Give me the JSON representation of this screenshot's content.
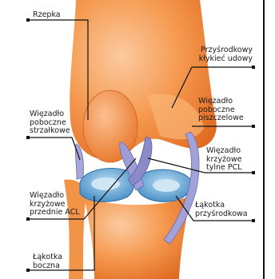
{
  "diagram": {
    "labels": {
      "rzepka": "Rzepka",
      "przysrodkowy_klykiec": "Przyśrodkowy\nkłykieć udowy",
      "wiezadlo_poboczne_piszczelowe": "Więzadło\npoboczne\npiszczelowe",
      "wiezadlo_poboczne_strzalkowe": "Więzadło\npoboczne\nstrzałkowe",
      "wiezadlo_krzyzowe_tylne": "Więzadło\nkrzyżowe\ntylne PCL",
      "wiezadlo_krzyzowe_przednie": "Więzadło\nkrzyżowe\nprzednie ACL",
      "lakotka_przysrodkowa": "Łąkotka\nprzyśrodkowa",
      "lakotka_boczna": "Łąkotka\nboczna"
    },
    "colors": {
      "bone": "#f08a3a",
      "bone_light": "#fbb070",
      "meniscus": "#5aa5d8",
      "ligament": "#9a9ad2",
      "leader": "#111111"
    }
  }
}
